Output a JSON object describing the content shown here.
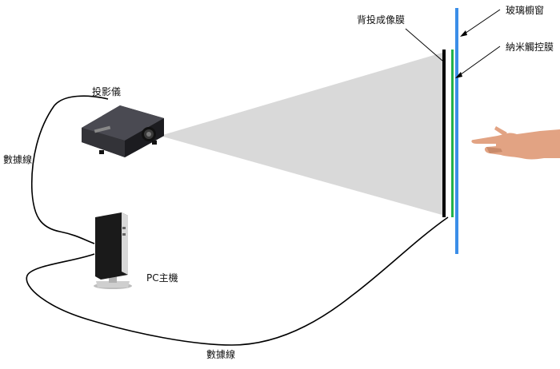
{
  "labels": {
    "projector": "投影儀",
    "rear_film": "背投成像膜",
    "glass_window": "玻璃櫥窗",
    "touch_film": "納米觸控膜",
    "cable_left": "數據線",
    "pc": "PC主機",
    "cable_bottom": "數據線"
  },
  "colors": {
    "glass_window": "#3b8ee8",
    "touch_film": "#22b24c",
    "rear_film": "#000000",
    "projection_beam": "#d9d9d9",
    "cable": "#000000"
  },
  "icons": {
    "projector": "projector-icon",
    "pc": "pc-tower-icon",
    "hand": "pointing-hand-icon"
  }
}
